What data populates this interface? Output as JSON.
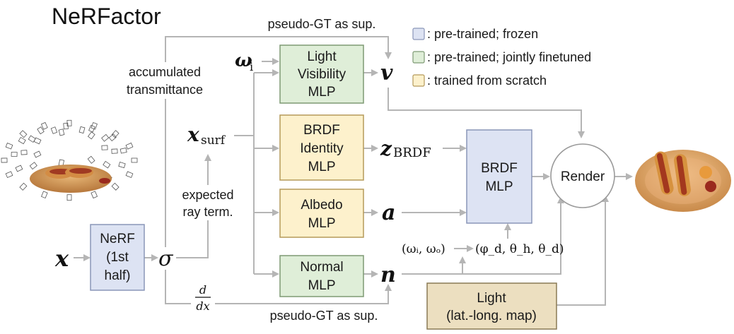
{
  "title": "NeRFactor",
  "legend": [
    {
      "text": ": pre-trained; frozen",
      "color": "#dde3f3"
    },
    {
      "text": ": pre-trained; jointly finetuned",
      "color": "#dfeed8"
    },
    {
      "text": ": trained from scratch",
      "color": "#fdf1cc"
    }
  ],
  "colors": {
    "frozen_fill": "#dde3f3",
    "frozen_stroke": "#8a96b8",
    "finetune_fill": "#dfeed8",
    "finetune_stroke": "#7e9a74",
    "scratch_fill": "#fdf1cc",
    "scratch_stroke": "#b59a5a",
    "light_fill": "#ecdfc0",
    "light_stroke": "#8a7a55",
    "arrow": "#b5b5b5"
  },
  "boxes": {
    "nerf": [
      "NeRF",
      "(1st",
      "half)"
    ],
    "visibility": [
      "Light",
      "Visibility",
      "MLP"
    ],
    "brdf_identity": [
      "BRDF",
      "Identity",
      "MLP"
    ],
    "albedo": [
      "Albedo",
      "MLP"
    ],
    "normal": [
      "Normal",
      "MLP"
    ],
    "brdf": [
      "BRDF",
      "MLP"
    ],
    "render": "Render",
    "light": [
      "Light",
      "(lat.-long. map)"
    ]
  },
  "labels": {
    "pseudo_gt_top": "pseudo-GT as sup.",
    "pseudo_gt_bottom": "pseudo-GT as sup.",
    "accumulated": [
      "accumulated",
      "transmittance"
    ],
    "expected": [
      "expected",
      "ray term."
    ]
  },
  "math": {
    "x": "x",
    "sigma": "σ",
    "omega_i": "ω",
    "omega_i_sub": "i",
    "x_surf": "x",
    "x_surf_sub": "surf",
    "v": "v",
    "z": "z",
    "z_sub": "BRDF",
    "a": "a",
    "n": "n",
    "omega_pair": "(ωᵢ, ωₒ)",
    "angles": "(φ_d, θ_h, θ_d)",
    "deriv_num": "d",
    "deriv_den": "dx"
  }
}
